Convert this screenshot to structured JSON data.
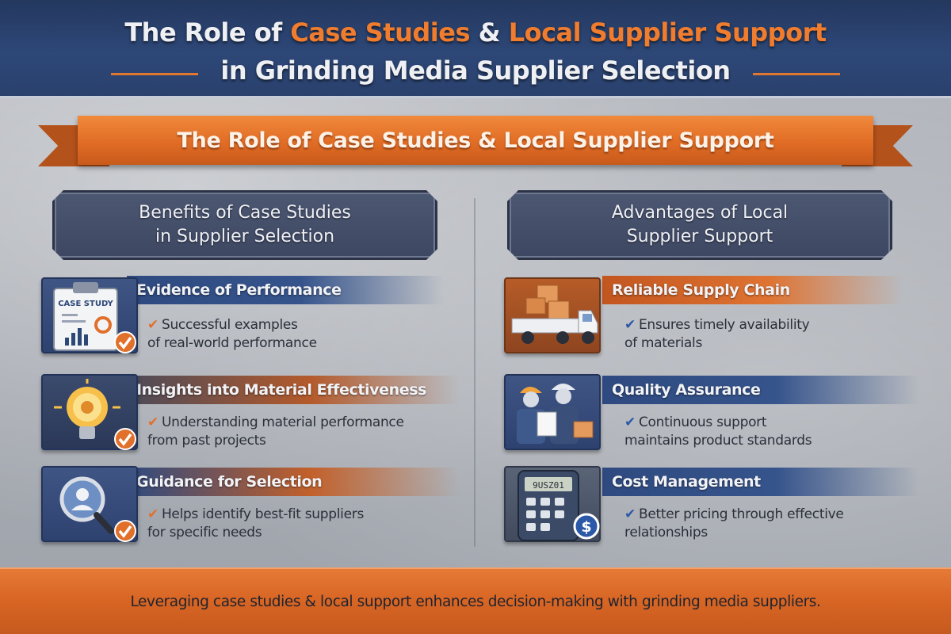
{
  "header": {
    "title_part1": "The Role of ",
    "title_highlight1": "Case Studies",
    "title_part2": " & ",
    "title_highlight2": "Local Supplier Support",
    "title_line2": "in Grinding Media Supplier Selection"
  },
  "ribbon": {
    "text": "The Role of Case Studies & Local Supplier Support"
  },
  "left_column": {
    "heading_line1": "Benefits of Case Studies",
    "heading_line2": "in Supplier Selection",
    "items": [
      {
        "title": "Evidence of Performance",
        "icon": "case-study-clipboard-icon",
        "icon_label": "CASE STUDY",
        "desc_line1": "Successful examples",
        "desc_line2": "of real-world performance"
      },
      {
        "title": "Insights into Material Effectiveness",
        "icon": "lightbulb-gear-icon",
        "desc_line1": "Understanding material performance",
        "desc_line2": "from past projects"
      },
      {
        "title": "Guidance for Selection",
        "icon": "magnifier-person-icon",
        "desc_line1": "Helps identify best-fit suppliers",
        "desc_line2": "for specific needs"
      }
    ]
  },
  "right_column": {
    "heading_line1": "Advantages of Local",
    "heading_line2": "Supplier Support",
    "items": [
      {
        "title": "Reliable Supply Chain",
        "icon": "delivery-truck-icon",
        "desc_line1": "Ensures timely availability",
        "desc_line2": "of materials"
      },
      {
        "title": "Quality Assurance",
        "icon": "workers-checklist-icon",
        "desc_line1": "Continuous support",
        "desc_line2": "maintains product standards"
      },
      {
        "title": "Cost Management",
        "icon": "calculator-dollar-icon",
        "icon_label": "9USZ01",
        "desc_line1": "Better pricing through effective",
        "desc_line2": "relationships"
      }
    ]
  },
  "footer": {
    "text": "Leveraging case studies & local support enhances decision-making with grinding media suppliers."
  },
  "colors": {
    "navy": "#2d4777",
    "orange": "#e16c25",
    "check_orange": "#e1702b",
    "check_blue": "#2c58a8"
  }
}
